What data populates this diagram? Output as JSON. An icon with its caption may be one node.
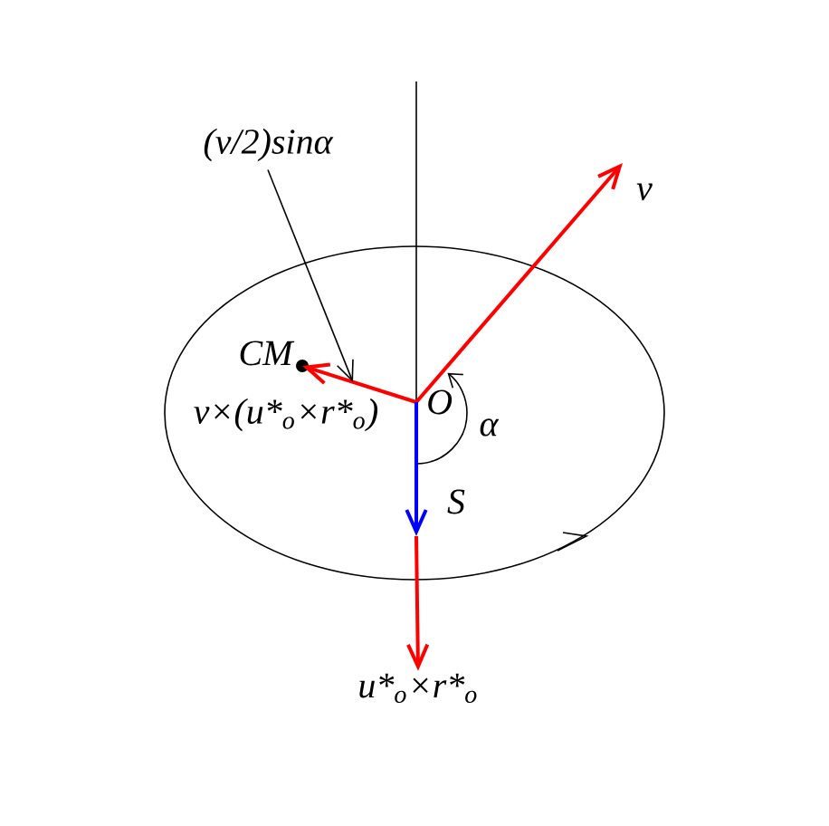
{
  "diagram": {
    "nodes": [
      {
        "text": [
          "O"
        ]
      },
      {
        "text": [
          "v"
        ]
      },
      {
        "text": [
          "CM"
        ]
      },
      {
        "text": [
          "(v/2)sinα"
        ]
      },
      {
        "text": [
          "u*$_{o}$×r*$_{o}$"
        ]
      }
    ],
    "edges": [
      {
        "from": 0,
        "to": 1,
        "arrow": "to"
      },
      {
        "from": 0,
        "to": 2,
        "arrow": "to",
        "label": "v×(u*$_{o}$×r*$_{o}$)"
      },
      {
        "from": 0,
        "to": null,
        "arrow": "to",
        "label": "S",
        "color": "#0000ff"
      },
      {
        "from": null,
        "to": 4,
        "arrow": "to"
      },
      {
        "from": 3,
        "to": null,
        "arrow": "to",
        "color": "#000000"
      }
    ],
    "labels": [
      "α"
    ]
  }
}
